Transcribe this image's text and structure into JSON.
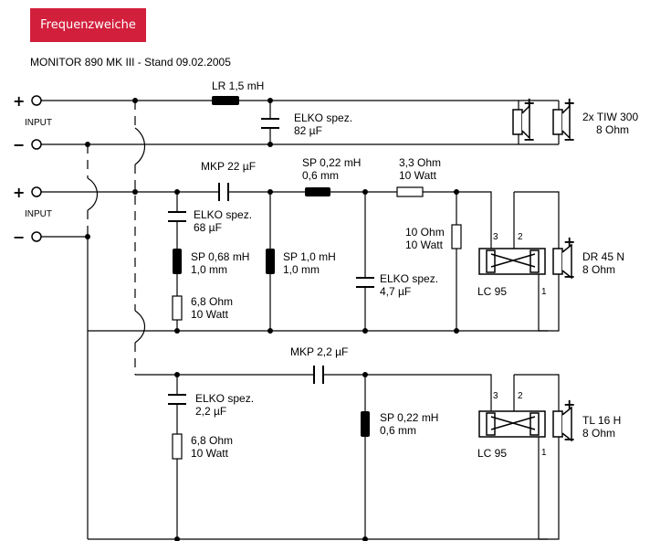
{
  "header": {
    "badge": "Frequenzweiche",
    "subtitle": "MONITOR 890 MK III - Stand 09.02.2005",
    "badge_color": "#d21f3c"
  },
  "inputs": {
    "input1_label": "INPUT",
    "input2_label": "INPUT",
    "plus": "+",
    "minus": "−"
  },
  "bass": {
    "lr_label": "LR 1,5 mH",
    "elko_label": "ELKO spez.",
    "elko_value": "82 µF",
    "woofer_label": "2x TIW 300",
    "woofer_imp": "8 Ohm"
  },
  "mid": {
    "mkp_label": "MKP 22 µF",
    "sp022_label": "SP 0,22 mH",
    "sp022_wire": "0,6 mm",
    "r33_label": "3,3 Ohm",
    "r33_watt": "10 Watt",
    "elko68_label": "ELKO spez.",
    "elko68_value": "68 µF",
    "sp068_label": "SP 0,68 mH",
    "sp068_wire": "1,0 mm",
    "r68_label": "6,8 Ohm",
    "r68_watt": "10 Watt",
    "sp10_label": "SP 1,0 mH",
    "sp10_wire": "1,0 mm",
    "elko47_label": "ELKO spez.",
    "elko47_value": "4,7 µF",
    "r10_label": "10 Ohm",
    "r10_watt": "10 Watt",
    "lc_label": "LC 95",
    "pin3": "3",
    "pin2": "2",
    "pin1": "1",
    "driver_label": "DR 45 N",
    "driver_imp": "8 Ohm"
  },
  "tweeter": {
    "mkp_label": "MKP 2,2 µF",
    "elko_label": "ELKO spez.",
    "elko_value": "2,2 µF",
    "r68_label": "6,8 Ohm",
    "r68_watt": "10 Watt",
    "sp_label": "SP 0,22 mH",
    "sp_wire": "0,6 mm",
    "lc_label": "LC 95",
    "pin3": "3",
    "pin2": "2",
    "pin1": "1",
    "driver_label": "TL 16 H",
    "driver_imp": "8 Ohm"
  }
}
